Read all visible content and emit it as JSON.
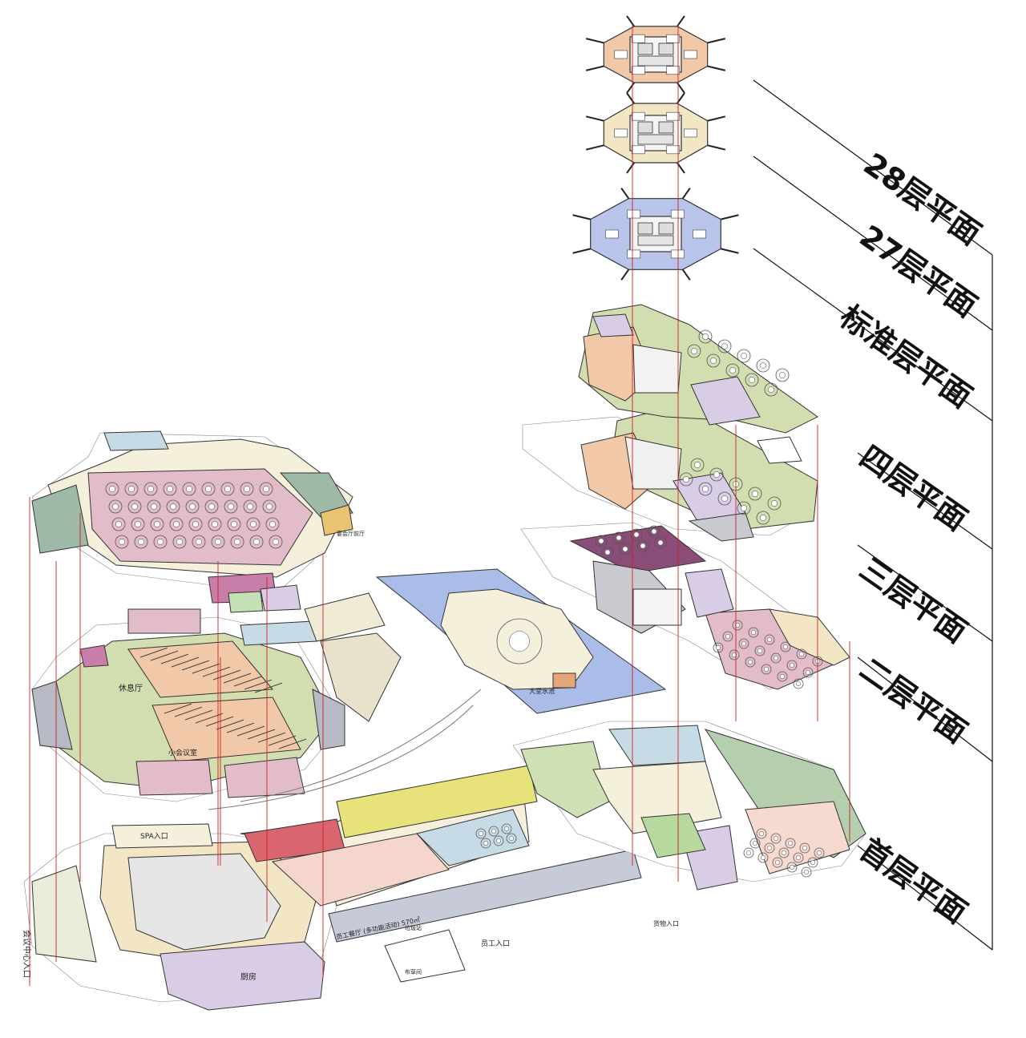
{
  "floor_labels": {
    "f28": "28层平面",
    "f27": "27层平面",
    "standard": "标准层平面",
    "f4": "四层平面",
    "f3": "三层平面",
    "f2": "二层平面",
    "f1": "首层平面"
  },
  "annotations": {
    "conference_entrance": "会议中心入口",
    "spa_entrance": "SPA入口",
    "kitchen": "厨房",
    "staff_dining": "员工餐厅 (多功能活动) 570㎡",
    "staff_entrance": "员工入口",
    "cargo_entrance": "货物入口",
    "lobby_water": "大堂水池",
    "rest_hall_2f": "休息厅",
    "small_meeting": "小会议室",
    "ballroom_foyer": "宴会厅前厅",
    "garbage_station": "垃圾站",
    "linen_room": "布草间"
  },
  "colors": {
    "peach": "#f2c9a8",
    "beige": "#f3e6c4",
    "blue": "#b9c4ea",
    "green": "#d2ddb0",
    "pink": "#e3bcc9",
    "magenta": "#c87ea8",
    "purple": "#8a4d78",
    "yellow": "#e8e27a",
    "lightblue": "#c7dbe6",
    "lavender": "#d9cde6",
    "grey": "#c9c9d0",
    "sage": "#b5c7b5",
    "red": "#d9666f",
    "cream": "#f5f0dc",
    "water": "#a9bde8",
    "outline": "#333333",
    "leader_line": "#cc2222"
  }
}
